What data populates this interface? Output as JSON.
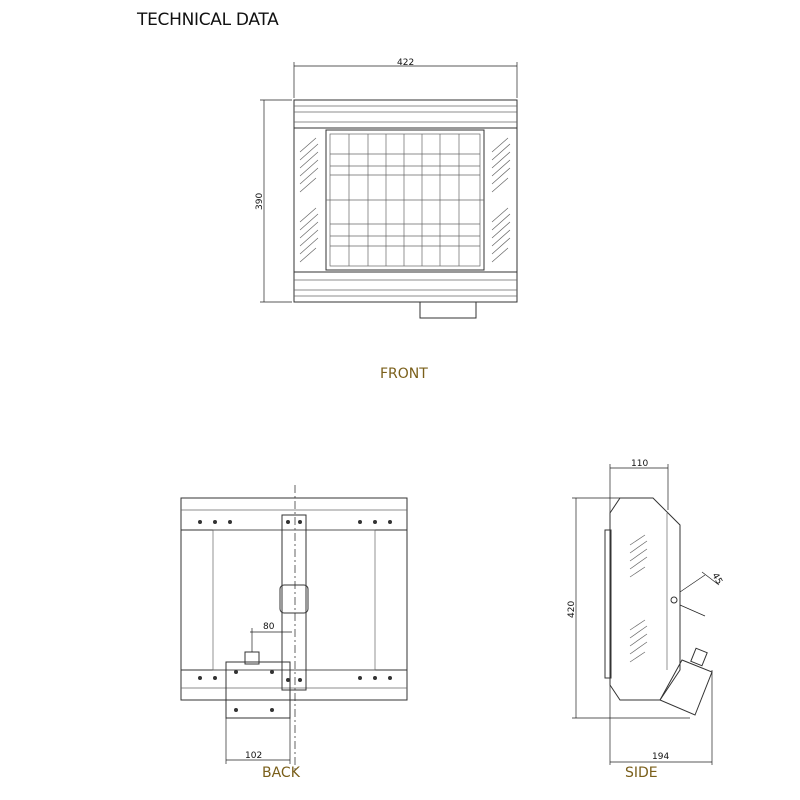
{
  "title": "TECHNICAL DATA",
  "views": {
    "front": {
      "label": "FRONT",
      "width": "422",
      "height": "390"
    },
    "back": {
      "label": "BACK",
      "offset": "80",
      "box_width": "102"
    },
    "side": {
      "label": "SIDE",
      "depth": "110",
      "height": "420",
      "angle": "45",
      "total_depth": "194"
    }
  },
  "colors": {
    "view_label": "#7a5f1a",
    "line": "#333333"
  }
}
